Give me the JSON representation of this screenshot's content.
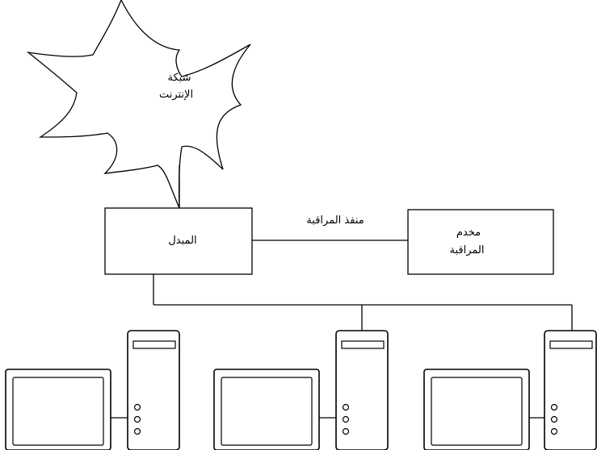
{
  "diagram": {
    "internet": {
      "line1": "شبكة",
      "line2": "الإنترنت"
    },
    "switch": {
      "label": "المبدل"
    },
    "monitor_port": {
      "label": "منفذ المراقبة"
    },
    "monitor_server": {
      "line1": "مخدم",
      "line2": "المراقبة"
    },
    "workstations": [
      {
        "id": "pc-1"
      },
      {
        "id": "pc-2"
      },
      {
        "id": "pc-3"
      }
    ]
  }
}
